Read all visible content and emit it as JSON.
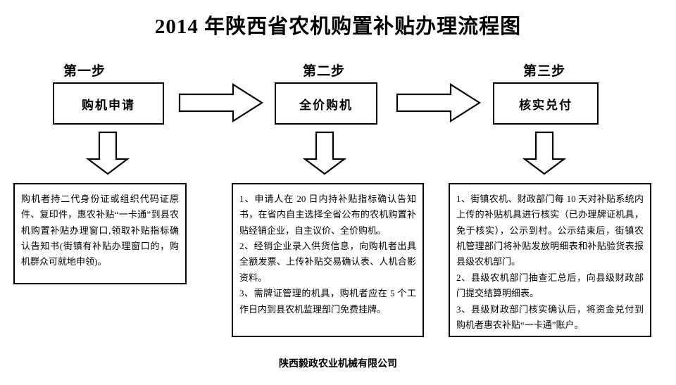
{
  "document": {
    "title": "2014 年陕西省农机购置补贴办理流程图",
    "footer": "陕西毅政农业机械有限公司"
  },
  "steps": [
    {
      "label": "第一步",
      "box": "购机申请",
      "detail_paragraphs": [
        "购机者持二代身份证或组织代码证原件、复印件，惠农补贴“一卡通”到县农机购置补贴办理窗口,领取补贴指标确认告知书(街镇有补贴办理窗口的，购机群众可就地申领)。"
      ]
    },
    {
      "label": "第二步",
      "box": "全价购机",
      "detail_paragraphs": [
        "1、申请人在 20 日内持补贴指标确认告知书，在省内自主选择全省公布的农机购置补贴经销企业，自主议价、全价购机。",
        "2、经销企业录入供货信息，向购机者出具全额发票、上传补贴交易确认表、人机合影资料。",
        "3、需牌证管理的机具，购机者应在 5 个工作日内到县农机监理部门免费挂牌。"
      ]
    },
    {
      "label": "第三步",
      "box": "核实兑付",
      "detail_paragraphs": [
        "1、街镇农机、财政部门每 10 天对补贴系统内上传的补贴机具进行核实（已办理牌证机具，免于核实），公示到村。公示结束后，街镇农机管理部门将补贴发放明细表和补贴验货表报县级农机部门。",
        "2、县级农机部门抽查汇总后，向县级财政部门提交结算明细表。",
        "3、县级财政部门核实确认后，将资金兑付到购机者惠农补贴“一卡通”账户。"
      ]
    }
  ],
  "connectors": {
    "right_arrows": 2,
    "down_arrows": 3
  },
  "colors": {
    "stroke": "#000000",
    "fill": "#ffffff",
    "background": "#ffffff"
  }
}
